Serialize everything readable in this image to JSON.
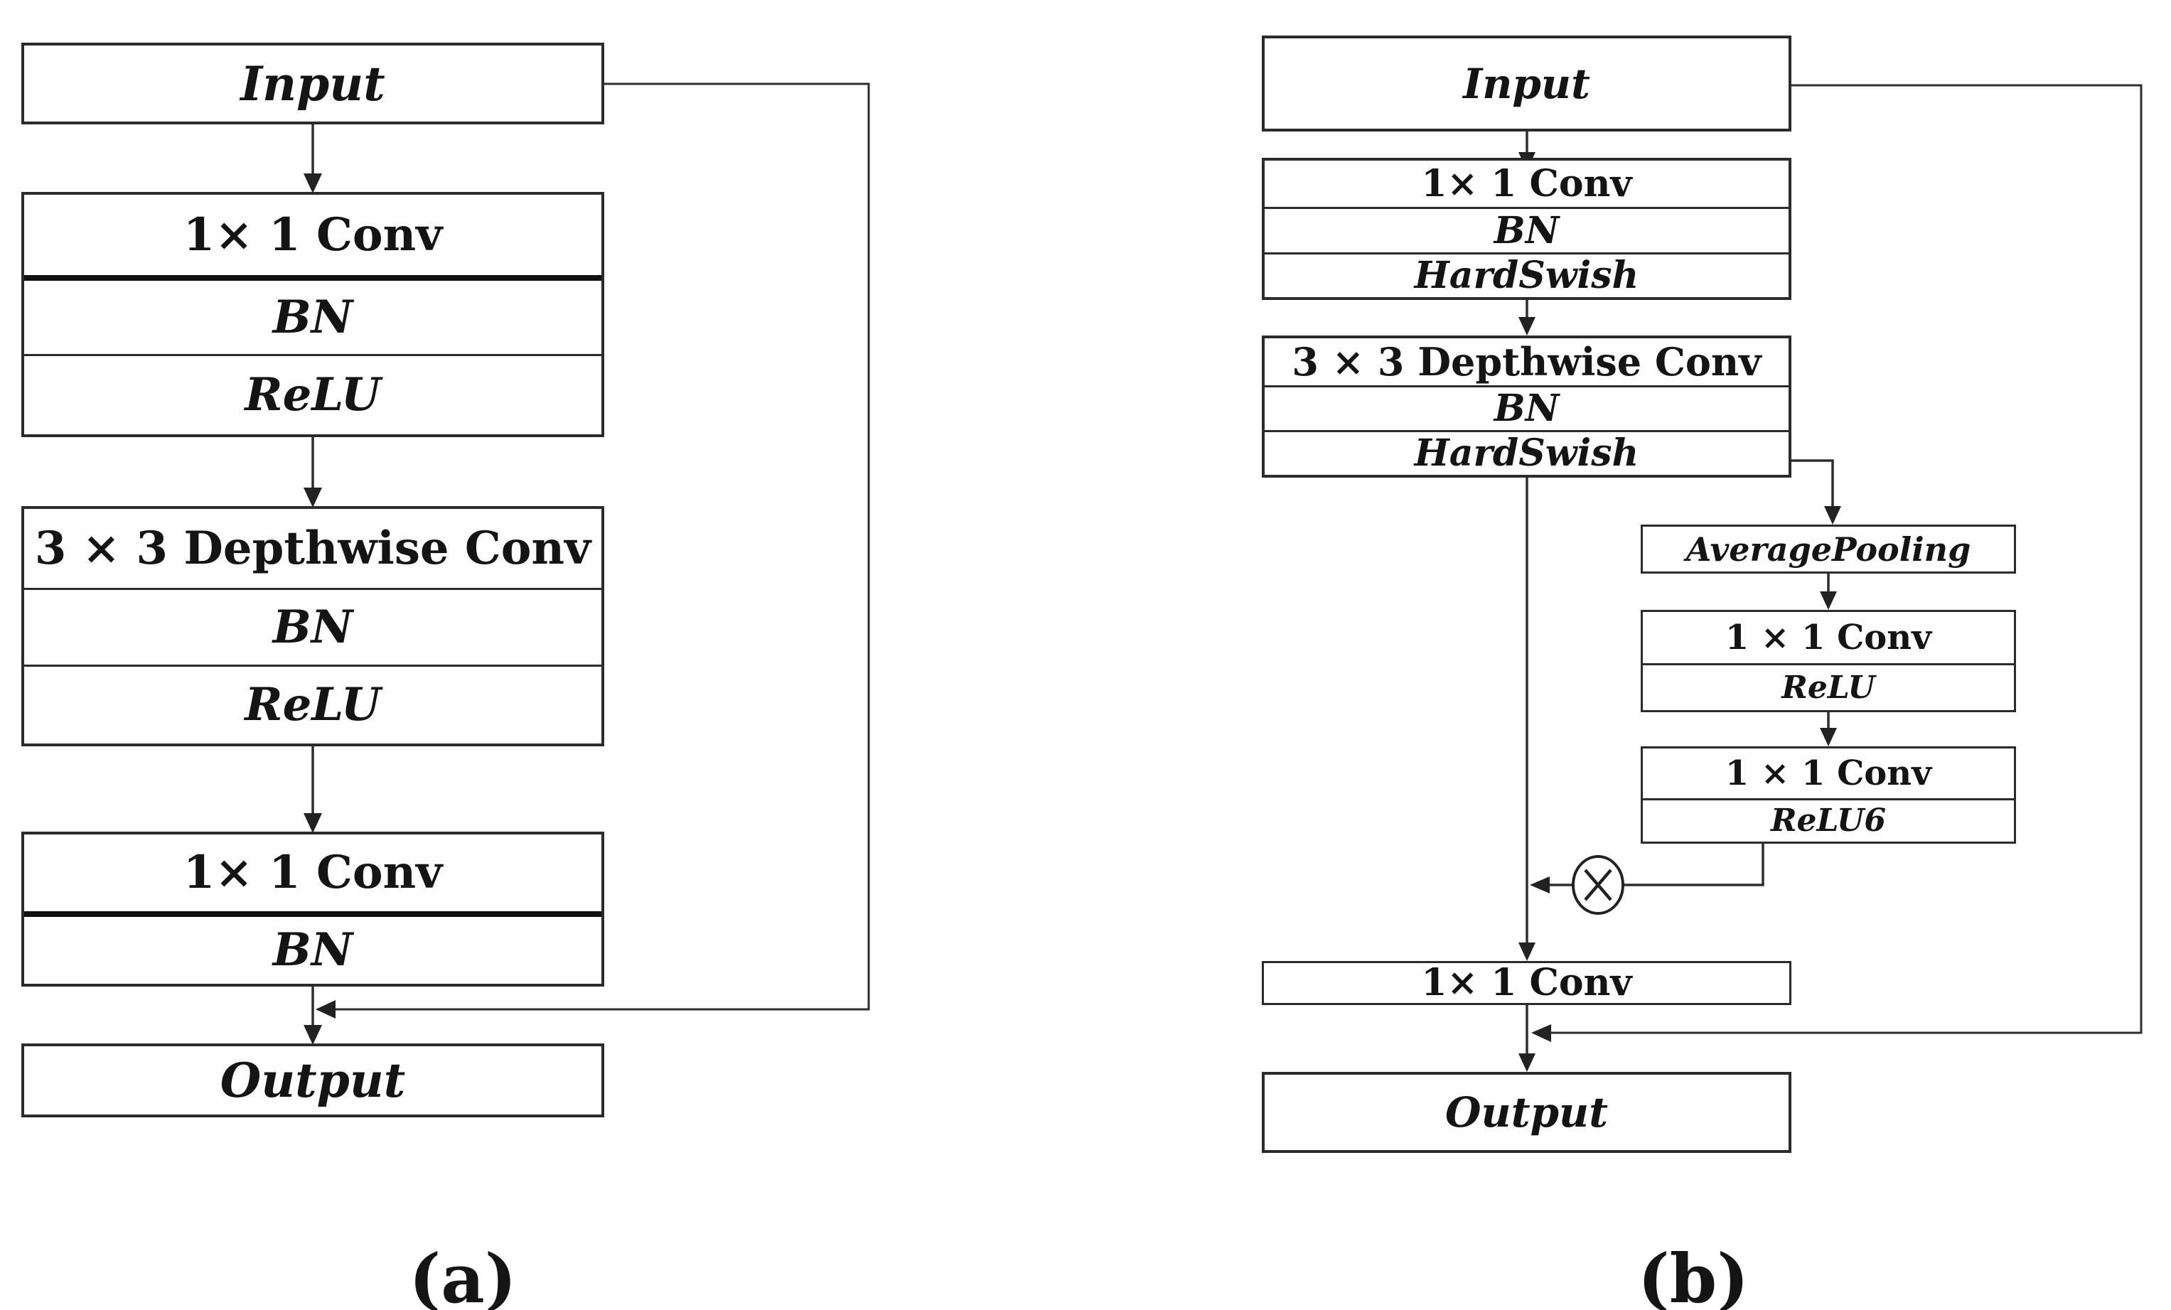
{
  "colors": {
    "background": "#ffffff",
    "ink": "#141414",
    "box_border": "#2b2b2b",
    "wire": "#3a3a3a"
  },
  "figure_caption_a": "(a)",
  "figure_caption_b": "(b)",
  "diagram_a": {
    "input": "Input",
    "expand_block": {
      "rows": [
        "1× 1 Conv",
        "BN",
        "ReLU"
      ]
    },
    "depthwise_block": {
      "rows": [
        "3 × 3 Depthwise Conv",
        "BN",
        "ReLU"
      ]
    },
    "project_block": {
      "rows": [
        "1× 1 Conv",
        "BN"
      ]
    },
    "output": "Output"
  },
  "diagram_b": {
    "input": "Input",
    "expand_block": {
      "rows": [
        "1× 1 Conv",
        "BN",
        "HardSwish"
      ]
    },
    "depthwise_block": {
      "rows": [
        "3 × 3 Depthwise Conv",
        "BN",
        "HardSwish"
      ]
    },
    "se_branch": {
      "pooling": "AveragePooling",
      "reduce_block": {
        "rows": [
          "1 × 1 Conv",
          "ReLU"
        ]
      },
      "expand_block": {
        "rows": [
          "1 × 1 Conv",
          "ReLU6"
        ]
      },
      "multiply_icon": "circled-times"
    },
    "project_conv": "1× 1 Conv",
    "output": "Output"
  }
}
